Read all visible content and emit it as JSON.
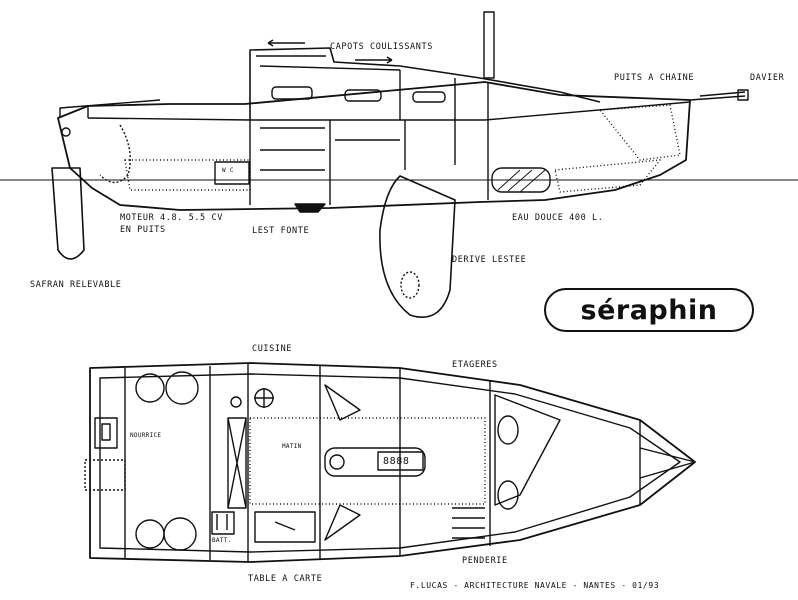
{
  "title": "séraphin",
  "labels": {
    "capots": "CAPOTS COULISSANTS",
    "puits": "PUITS A CHAINE",
    "davier": "DAVIER",
    "moteur_1": "MOTEUR 4.8. 5.5 CV",
    "moteur_2": "EN PUITS",
    "lest": "LEST FONTE",
    "eau": "EAU DOUCE 400 L.",
    "derive": "DERIVE LESTEE",
    "safran": "SAFRAN RELEVABLE",
    "cuisine": "CUISINE",
    "etageres": "ETAGERES",
    "nourrice": "NOURRICE",
    "batt": "BATT.",
    "penderie": "PENDERIE",
    "table": "TABLE A CARTE",
    "wc": "W C",
    "mat": "MATIN",
    "digits": "8888"
  },
  "credit": "F.LUCAS - ARCHITECTURE NAVALE - NANTES - 01/93"
}
